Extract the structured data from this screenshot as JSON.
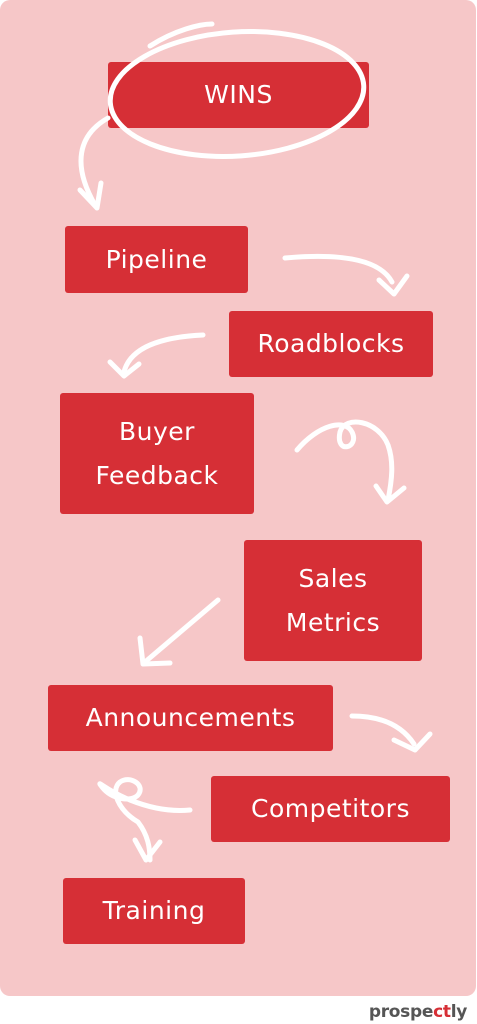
{
  "steps": [
    {
      "label": "WINS"
    },
    {
      "label": "Pipeline"
    },
    {
      "label": "Roadblocks"
    },
    {
      "label": "Buyer\nFeedback"
    },
    {
      "label": "Sales\nMetrics"
    },
    {
      "label": "Announcements"
    },
    {
      "label": "Competitors"
    },
    {
      "label": "Training"
    }
  ],
  "logo": {
    "pre": "prospe",
    "accent": "ct",
    "post": "ly"
  },
  "colors": {
    "background": "#f6c7c8",
    "box": "#d62f36",
    "text": "#ffffff",
    "arrow": "#ffffff"
  }
}
